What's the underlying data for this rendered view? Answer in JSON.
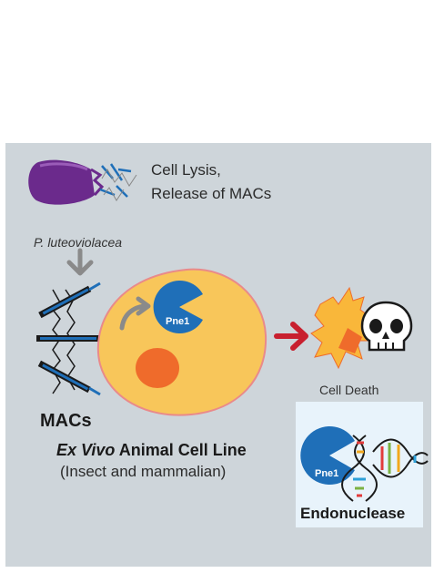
{
  "labels": {
    "cell_lysis": "Cell Lysis,",
    "release": "Release of MACs",
    "species": "P. luteoviolacea",
    "macs": "MACs",
    "title_italic": "Ex Vivo",
    "title_rest": " Animal Cell Line",
    "subtitle": "(Insect and mammalian)",
    "cell_death": "Cell Death",
    "pne1_main": "Pne1",
    "pne1_inset": "Pne1",
    "endonuclease": "Endonuclease"
  },
  "colors": {
    "panel_bg": "#ced5da",
    "inset_bg": "#e8f3fb",
    "cell_fill": "#f8c65a",
    "cell_border": "#e98a8a",
    "nucleus": "#ef6b2b",
    "pne1_blue": "#1f6fb8",
    "bacterium_purple": "#6b2a8c",
    "arrow_gray": "#8a8a8a",
    "arrow_red": "#c8202f",
    "dead_cell": "#f9b73a",
    "dna_colors": [
      "#e23b3b",
      "#f2a81d",
      "#2ea0d8",
      "#7bb242"
    ]
  },
  "icons": [
    "bacterium-icon",
    "mac-icon",
    "skull-icon",
    "dna-icon",
    "pne1-pacman-icon"
  ]
}
